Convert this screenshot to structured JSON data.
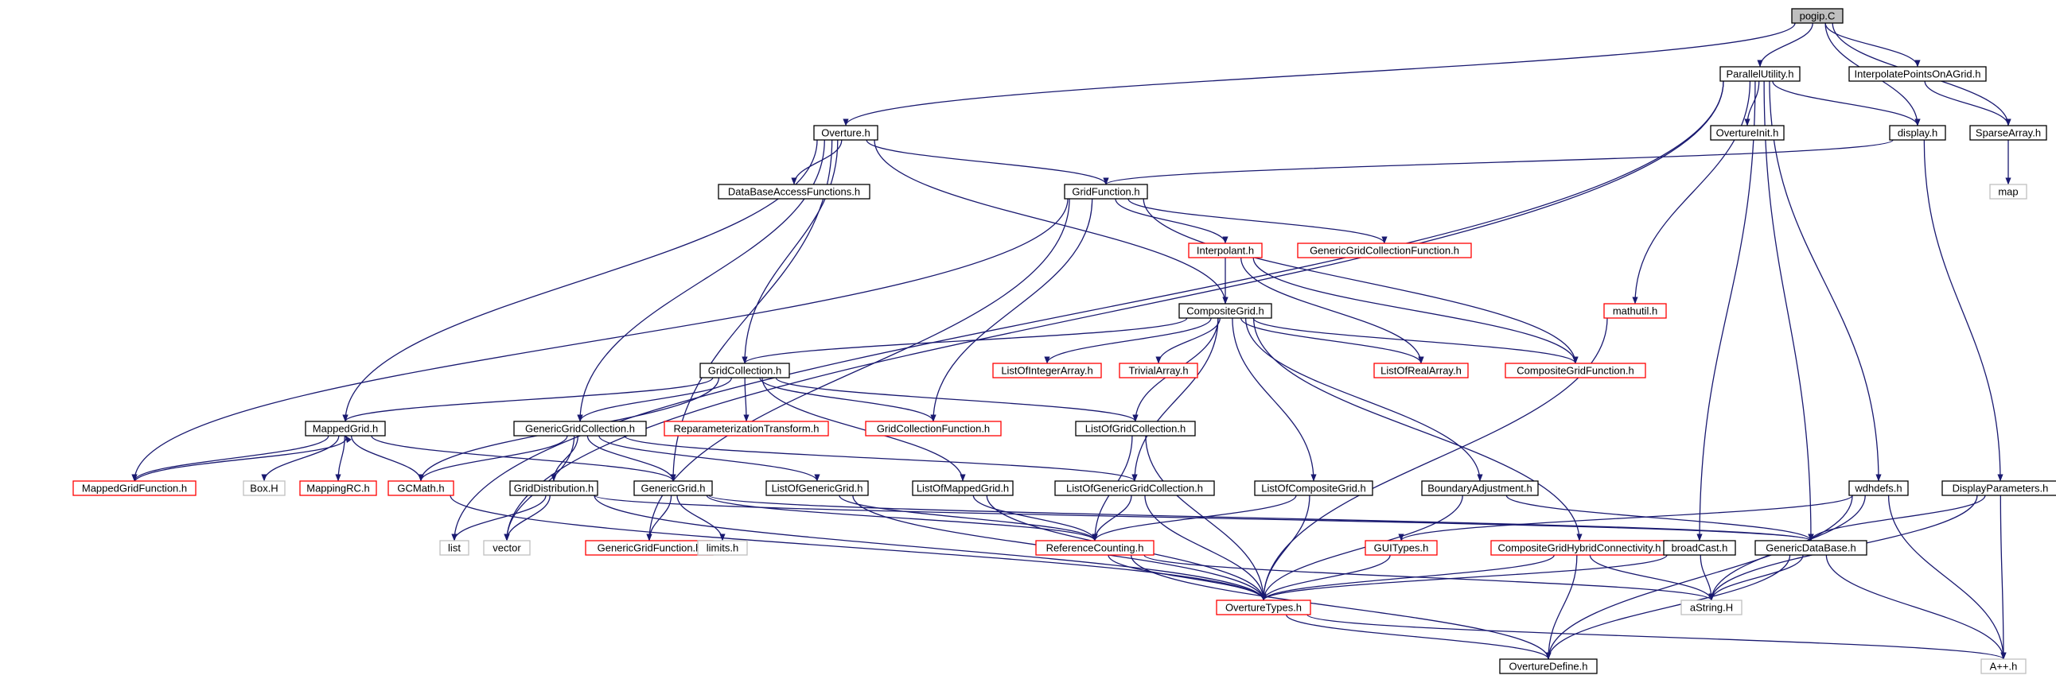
{
  "colors": {
    "edge": "#191970",
    "border_plain": "#000000",
    "border_linked": "#ff0000",
    "border_external": "#bfbfbf",
    "root_fill": "#bfbfbf",
    "node_fill": "#ffffff"
  },
  "nodes": [
    {
      "id": "pogip",
      "label": "pogip.C",
      "kind": "root"
    },
    {
      "id": "parallelutility",
      "label": "ParallelUtility.h",
      "kind": "plain"
    },
    {
      "id": "interpolatepoints",
      "label": "InterpolatePointsOnAGrid.h",
      "kind": "plain"
    },
    {
      "id": "overture",
      "label": "Overture.h",
      "kind": "plain"
    },
    {
      "id": "overtureinit",
      "label": "OvertureInit.h",
      "kind": "plain"
    },
    {
      "id": "display",
      "label": "display.h",
      "kind": "plain"
    },
    {
      "id": "sparsearray",
      "label": "SparseArray.h",
      "kind": "plain"
    },
    {
      "id": "map",
      "label": "map",
      "kind": "external"
    },
    {
      "id": "databaseaccess",
      "label": "DataBaseAccessFunctions.h",
      "kind": "plain"
    },
    {
      "id": "gridfunction",
      "label": "GridFunction.h",
      "kind": "plain"
    },
    {
      "id": "interpolant",
      "label": "Interpolant.h",
      "kind": "linked"
    },
    {
      "id": "genericgridcollectionfunction",
      "label": "GenericGridCollectionFunction.h",
      "kind": "linked"
    },
    {
      "id": "mathutil",
      "label": "mathutil.h",
      "kind": "linked"
    },
    {
      "id": "compositegrid",
      "label": "CompositeGrid.h",
      "kind": "plain"
    },
    {
      "id": "gridcollection",
      "label": "GridCollection.h",
      "kind": "plain"
    },
    {
      "id": "listofintegerarray",
      "label": "ListOfIntegerArray.h",
      "kind": "linked"
    },
    {
      "id": "trivialarray",
      "label": "TrivialArray.h",
      "kind": "linked"
    },
    {
      "id": "listofrealarray",
      "label": "ListOfRealArray.h",
      "kind": "linked"
    },
    {
      "id": "compositegridfunction",
      "label": "CompositeGridFunction.h",
      "kind": "linked"
    },
    {
      "id": "mappedgrid",
      "label": "MappedGrid.h",
      "kind": "plain"
    },
    {
      "id": "genericgridcollection",
      "label": "GenericGridCollection.h",
      "kind": "plain"
    },
    {
      "id": "reparameterization",
      "label": "ReparameterizationTransform.h",
      "kind": "linked"
    },
    {
      "id": "gridcollectionfunction",
      "label": "GridCollectionFunction.h",
      "kind": "linked"
    },
    {
      "id": "listofgridcollection",
      "label": "ListOfGridCollection.h",
      "kind": "plain"
    },
    {
      "id": "mappedgridfunction",
      "label": "MappedGridFunction.h",
      "kind": "linked"
    },
    {
      "id": "boxh",
      "label": "Box.H",
      "kind": "external"
    },
    {
      "id": "mappingrc",
      "label": "MappingRC.h",
      "kind": "linked"
    },
    {
      "id": "gcmath",
      "label": "GCMath.h",
      "kind": "linked"
    },
    {
      "id": "griddistribution",
      "label": "GridDistribution.h",
      "kind": "plain"
    },
    {
      "id": "genericgrid",
      "label": "GenericGrid.h",
      "kind": "plain"
    },
    {
      "id": "listofgenericgrid",
      "label": "ListOfGenericGrid.h",
      "kind": "plain"
    },
    {
      "id": "listofmappedgrid",
      "label": "ListOfMappedGrid.h",
      "kind": "plain"
    },
    {
      "id": "listofgenericgridcollection",
      "label": "ListOfGenericGridCollection.h",
      "kind": "plain"
    },
    {
      "id": "listofcompositegrid",
      "label": "ListOfCompositeGrid.h",
      "kind": "plain"
    },
    {
      "id": "boundaryadjustment",
      "label": "BoundaryAdjustment.h",
      "kind": "plain"
    },
    {
      "id": "wdhdefs",
      "label": "wdhdefs.h",
      "kind": "plain"
    },
    {
      "id": "displayparameters",
      "label": "DisplayParameters.h",
      "kind": "plain"
    },
    {
      "id": "list",
      "label": "list",
      "kind": "external"
    },
    {
      "id": "vector",
      "label": "vector",
      "kind": "external"
    },
    {
      "id": "genericgridfunction",
      "label": "GenericGridFunction.h",
      "kind": "linked"
    },
    {
      "id": "limits",
      "label": "limits.h",
      "kind": "external"
    },
    {
      "id": "referencecounting",
      "label": "ReferenceCounting.h",
      "kind": "linked"
    },
    {
      "id": "guitypes",
      "label": "GUITypes.h",
      "kind": "linked"
    },
    {
      "id": "compositegridhybrid",
      "label": "CompositeGridHybridConnectivity.h",
      "kind": "linked"
    },
    {
      "id": "broadcast",
      "label": "broadCast.h",
      "kind": "plain"
    },
    {
      "id": "genericdatabase",
      "label": "GenericDataBase.h",
      "kind": "plain"
    },
    {
      "id": "overturetypes",
      "label": "OvertureTypes.h",
      "kind": "linked"
    },
    {
      "id": "astring",
      "label": "aString.H",
      "kind": "external"
    },
    {
      "id": "overturedefine",
      "label": "OvertureDefine.h",
      "kind": "plain"
    },
    {
      "id": "appph",
      "label": "A++.h",
      "kind": "external"
    }
  ]
}
